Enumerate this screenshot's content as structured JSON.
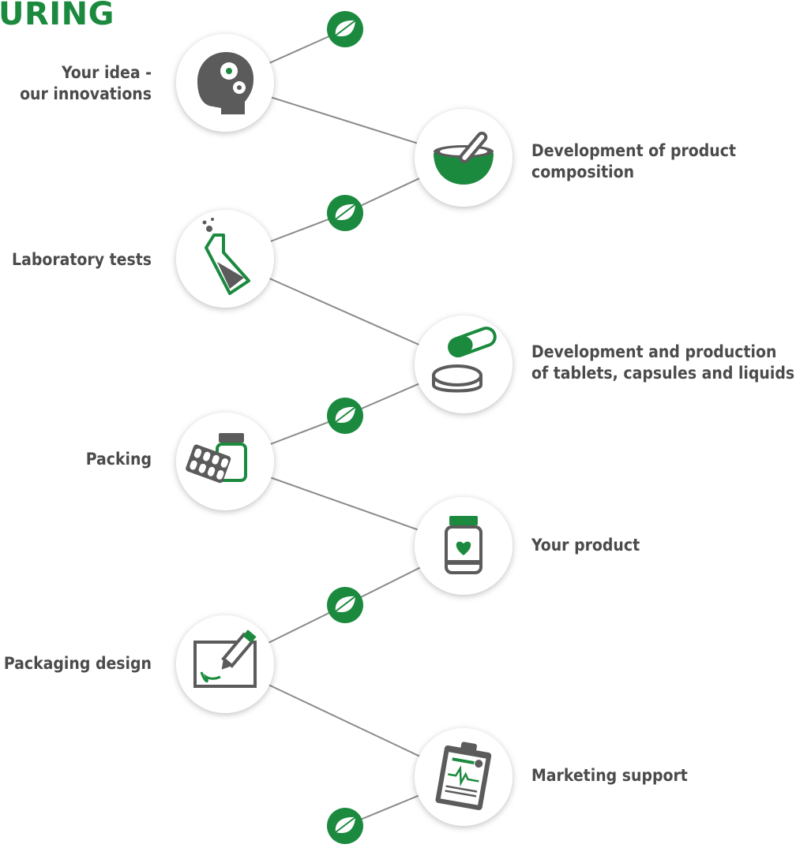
{
  "heading": "URING",
  "colors": {
    "green": "#1b8a3e",
    "gray": "#5b5b5b",
    "line": "#8a8a8a",
    "text": "#4b4b4b"
  },
  "steps": [
    {
      "label_lines": [
        "Your idea -",
        "our innovations"
      ],
      "side": "left",
      "icon": "head-gears-icon"
    },
    {
      "label_lines": [
        "Development of product",
        "composition"
      ],
      "side": "right",
      "icon": "mortar-pestle-icon"
    },
    {
      "label_lines": [
        "Laboratory tests"
      ],
      "side": "left",
      "icon": "lab-flask-icon"
    },
    {
      "label_lines": [
        "Development  and production",
        "of tablets, capsules and liquids"
      ],
      "side": "right",
      "icon": "tablet-capsule-icon"
    },
    {
      "label_lines": [
        "Packing"
      ],
      "side": "left",
      "icon": "bottle-blister-icon"
    },
    {
      "label_lines": [
        "Your product"
      ],
      "side": "right",
      "icon": "product-jar-icon"
    },
    {
      "label_lines": [
        "Packaging design"
      ],
      "side": "left",
      "icon": "design-pen-icon"
    },
    {
      "label_lines": [
        "Marketing support"
      ],
      "side": "right",
      "icon": "clipboard-chart-icon"
    }
  ],
  "connector_icon": "leaf-icon"
}
